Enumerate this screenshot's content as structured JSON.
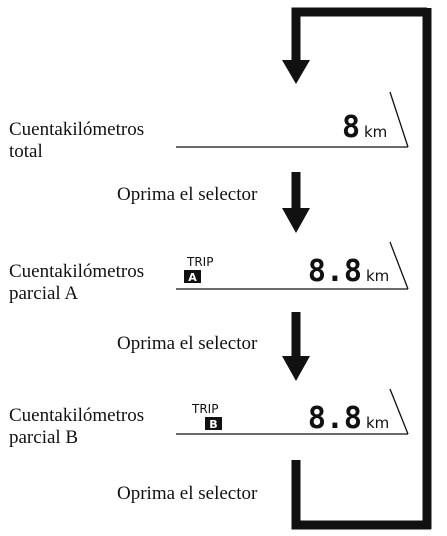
{
  "colors": {
    "ink": "#111111",
    "background": "#ffffff"
  },
  "modes": [
    {
      "label_line1": "Cuentakilómetros",
      "label_line2": "total",
      "display_value": "8",
      "unit": "km",
      "trip_icon": null
    },
    {
      "label_line1": "Cuentakilómetros",
      "label_line2": "parcial A",
      "display_value": "8.8",
      "unit": "km",
      "trip_icon": {
        "text": "TRIP",
        "badge": "A"
      }
    },
    {
      "label_line1": "Cuentakilómetros",
      "label_line2": "parcial B",
      "display_value": "8.8",
      "unit": "km",
      "trip_icon": {
        "text": "TRIP",
        "badge": "B"
      }
    }
  ],
  "steps": [
    {
      "text": "Oprima el selector"
    },
    {
      "text": "Oprima el selector"
    },
    {
      "text": "Oprima el selector"
    }
  ]
}
